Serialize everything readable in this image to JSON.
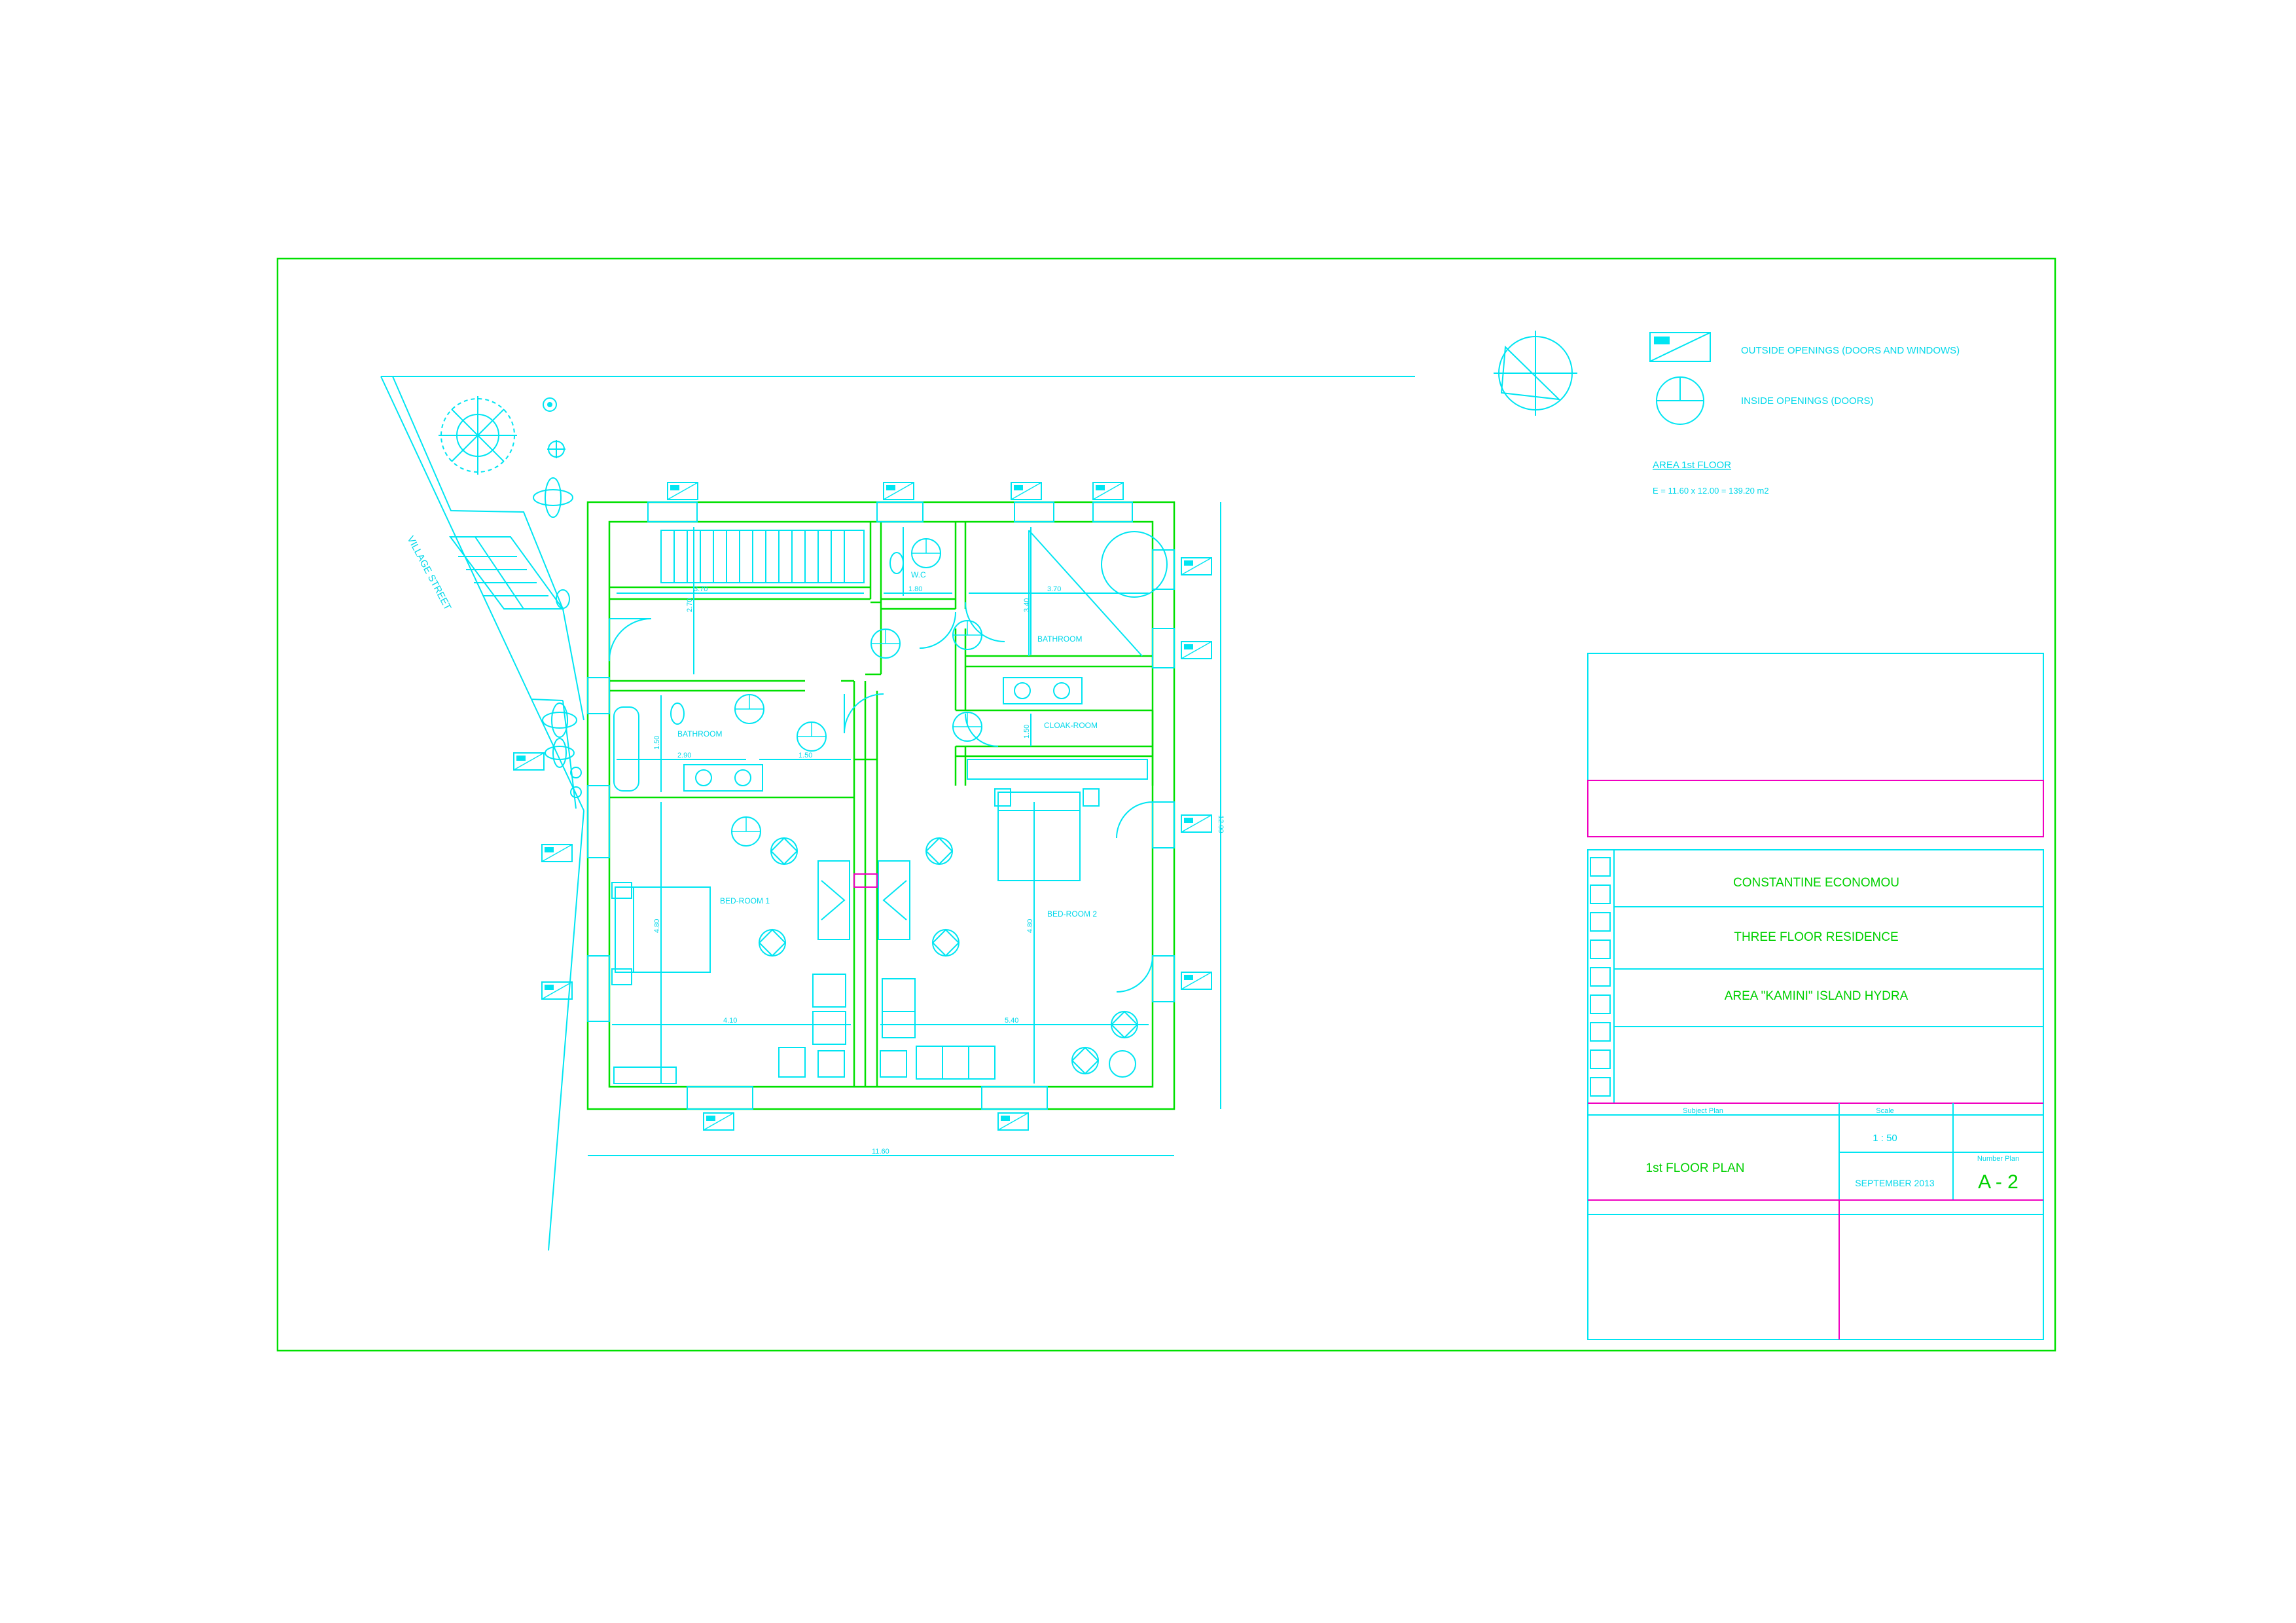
{
  "legend": {
    "outside_openings": "OUTSIDE OPENINGS (DOORS AND WINDOWS)",
    "inside_openings": "INSIDE OPENINGS (DOORS)",
    "area_title": "AREA 1st FLOOR",
    "area_formula": "E = 11.60 x 12.00 = 139.20 m2"
  },
  "site": {
    "street_label": "VILLAGE STREET"
  },
  "rooms": {
    "bathroom_1": "BATHROOM",
    "wc": "W.C",
    "bathroom_2": "BATHROOM",
    "cloak_room": "CLOAK-ROOM",
    "bed_room_1": "BED-ROOM 1",
    "bed_room_2": "BED-ROOM 2"
  },
  "dimensions": {
    "hall_width": "3.70",
    "wc_width": "1.80",
    "bath2_width": "3.70",
    "bath1_width": "2.90",
    "passage_width": "1.50",
    "bed1_width": "4.10",
    "bed2_width": "5.40",
    "total_width": "11.60",
    "total_depth": "12.00",
    "bed1_depth": "4.80",
    "bed2_depth": "4.80",
    "hall_depth": "2.70",
    "bath2_depth": "3.40",
    "bath1_depth": "1.50",
    "cloak_depth": "1.50"
  },
  "title_block": {
    "owner": "CONSTANTINE ECONOMOU",
    "project": "THREE FLOOR RESIDENCE",
    "location": "AREA \"KAMINI\"  ISLAND HYDRA",
    "subject_label": "Subject Plan",
    "scale_label": "Scale",
    "number_label": "Number Plan",
    "subject": "1st FLOOR PLAN",
    "scale": "1 : 50",
    "date": "SEPTEMBER 2013",
    "number": "A - 2"
  },
  "colors": {
    "primary_lines": "#00e5f2",
    "walls": "#00e000",
    "accent": "#f000c0"
  }
}
